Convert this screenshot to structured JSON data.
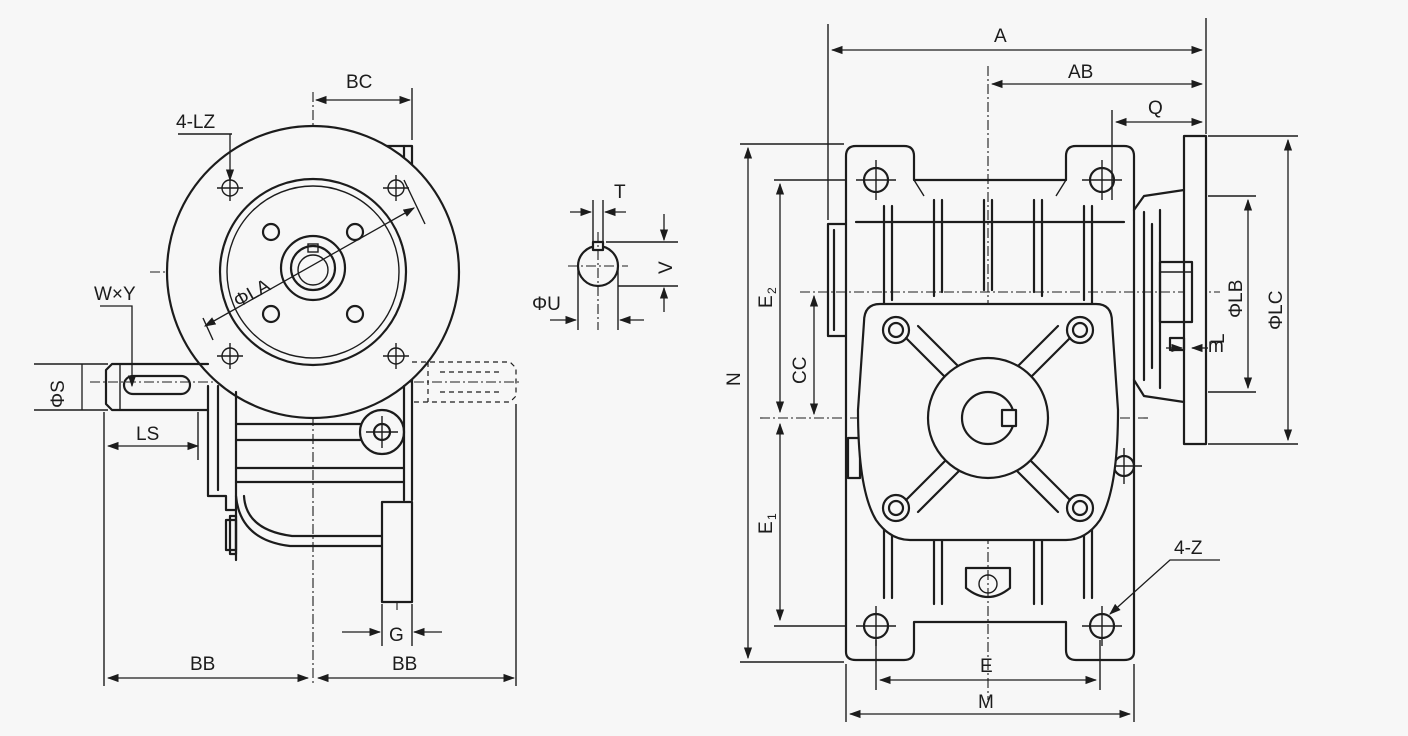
{
  "side_view": {
    "labels": {
      "bc": "BC",
      "lz": "4-LZ",
      "la": "ΦLA",
      "wxy": "W×Y",
      "s": "ΦS",
      "ls": "LS",
      "g": "G",
      "bb_left": "BB",
      "bb_right": "BB"
    }
  },
  "shaft_section": {
    "labels": {
      "t": "T",
      "v": "V",
      "u": "ΦU"
    }
  },
  "front_view": {
    "labels": {
      "a": "A",
      "ab": "AB",
      "q": "Q",
      "n": "N",
      "e2_main": "E",
      "e2_sub": "2",
      "cc": "CC",
      "e1_main": "E",
      "e1_sub": "1",
      "lb": "ΦLB",
      "lc": "ΦLC",
      "lm_main": "L",
      "lm_sub": "m",
      "z": "4-Z",
      "e": "E",
      "m": "M"
    }
  }
}
